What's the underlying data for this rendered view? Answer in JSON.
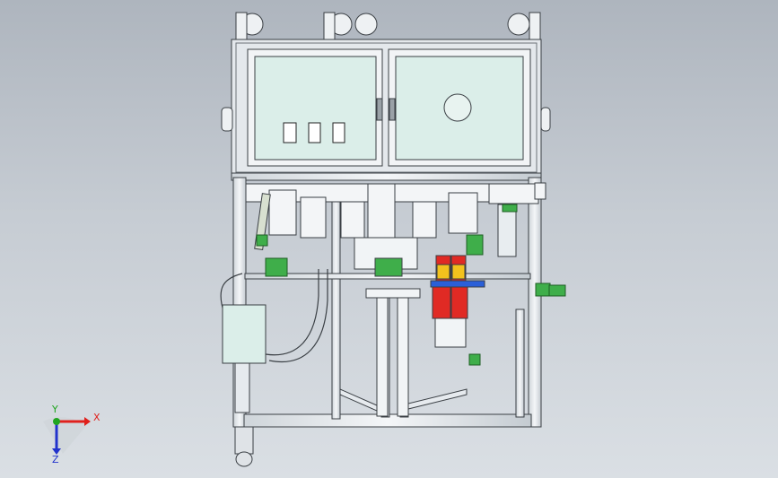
{
  "triad": {
    "x_label": "X",
    "y_label": "Y",
    "z_label": "Z",
    "x_color": "#e0201c",
    "y_color": "#1fa51f",
    "z_color": "#2233cc"
  },
  "colors": {
    "frame": "#e6eaee",
    "frame_edge": "#3a3f44",
    "glass": "#dbeee9",
    "green_part": "#3fae4a",
    "red_part": "#e02a24",
    "yellow_part": "#f2c21d",
    "blue_part": "#2a5fd8"
  }
}
